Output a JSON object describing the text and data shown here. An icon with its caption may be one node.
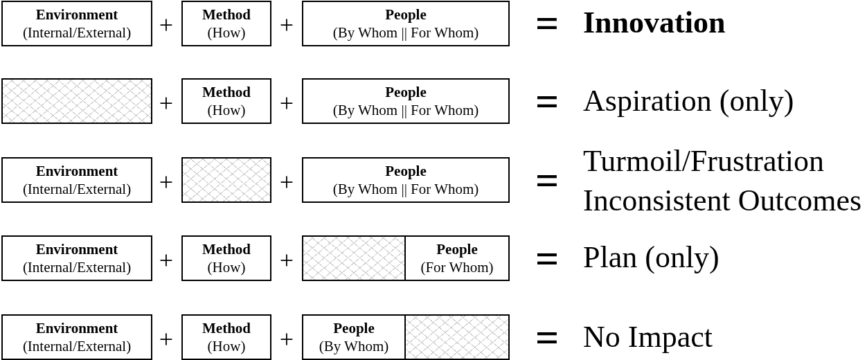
{
  "diagram": {
    "nodes": [
      {
        "text": [
          "Environment",
          "(Internal/External)"
        ]
      },
      {
        "text": [
          "Method",
          "(How)"
        ]
      },
      {
        "text": [
          "People",
          "(By Whom || For Whom)"
        ]
      },
      {
        "text": [],
        "shape": "box"
      },
      {
        "text": [
          "Method",
          "(How)"
        ]
      },
      {
        "text": [
          "People",
          "(By Whom || For Whom)"
        ]
      },
      {
        "text": [
          "Environment",
          "(Internal/External)"
        ]
      },
      {
        "text": [],
        "shape": "box"
      },
      {
        "text": [
          "People",
          "(By Whom || For Whom)"
        ]
      },
      {
        "text": [
          "Environment",
          "(Internal/External)"
        ]
      },
      {
        "text": [
          "Method",
          "(How)"
        ]
      },
      {
        "text": [],
        "shape": "box"
      },
      {
        "text": [
          "People",
          "(For Whom)"
        ]
      },
      {
        "text": [
          "Environment",
          "(Internal/External)"
        ]
      },
      {
        "text": [
          "Method",
          "(How)"
        ]
      },
      {
        "text": [
          "People",
          "(By Whom)"
        ]
      },
      {
        "text": [],
        "shape": "box"
      }
    ],
    "labels": [
      "+",
      "+",
      "=",
      "Innovation",
      "+",
      "+",
      "=",
      "Aspiration (only)",
      "+",
      "+",
      "=",
      "Turmoil/Frustration",
      "Inconsistent Outcomes",
      "+",
      "+",
      "=",
      "Plan (only)",
      "+",
      "+",
      "=",
      "No Impact"
    ]
  }
}
